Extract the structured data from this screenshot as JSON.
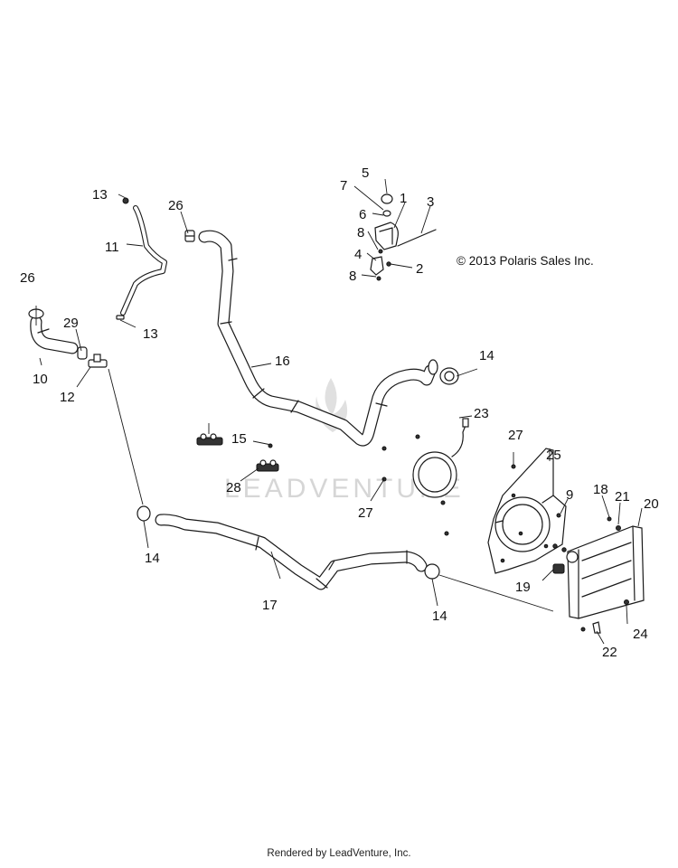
{
  "copyright": "© 2013 Polaris Sales Inc.",
  "watermark": "LEADVENTURE",
  "footer": "Rendered by LeadVenture, Inc.",
  "callouts": {
    "c1": "1",
    "c2": "2",
    "c3": "3",
    "c4": "4",
    "c5": "5",
    "c6": "6",
    "c7": "7",
    "c8a": "8",
    "c8b": "8",
    "c9": "9",
    "c10": "10",
    "c11": "11",
    "c12": "12",
    "c13a": "13",
    "c13b": "13",
    "c14a": "14",
    "c14b": "14",
    "c14c": "14",
    "c15": "15",
    "c16": "16",
    "c17": "17",
    "c18": "18",
    "c19": "19",
    "c20": "20",
    "c21": "21",
    "c22": "22",
    "c23": "23",
    "c24": "24",
    "c25": "25",
    "c26a": "26",
    "c26b": "26",
    "c27a": "27",
    "c27b": "27",
    "c28": "28",
    "c29": "29"
  }
}
